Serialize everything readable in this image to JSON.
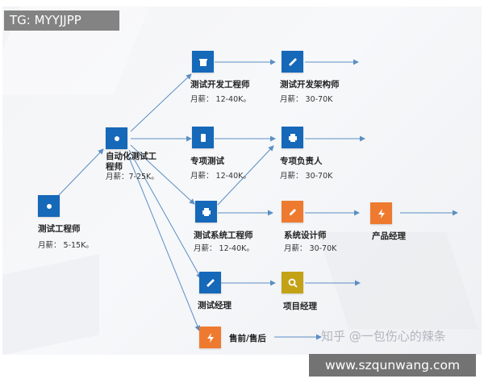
{
  "watermark_top": "TG: MYYJJPP",
  "watermark_bottom": "www.szqunwang.com",
  "watermark_source": "知乎 @一包伤心的辣条",
  "colors": {
    "blue": "#1668b8",
    "orange": "#ee7a2f",
    "gold": "#c4a218",
    "edge": "#5b8fc4"
  },
  "nodes": {
    "tester": {
      "title": "测试工程师",
      "salary": "月薪：  5-15K。",
      "icon": "circle-dot-icon",
      "color": "blue"
    },
    "automation": {
      "title": "自动化测试工程师",
      "salary": "月薪：7-25K。",
      "icon": "circle-dot-icon",
      "color": "blue"
    },
    "test_dev": {
      "title": "测试开发工程师",
      "salary": "月薪：  12-40K。",
      "icon": "gift-icon",
      "color": "blue"
    },
    "test_dev_architect": {
      "title": "测试开发架构师",
      "salary": "月薪：  30-70K",
      "icon": "wrench-icon",
      "color": "blue"
    },
    "specialized": {
      "title": "专项测试",
      "salary": "月薪：  12-40K。",
      "icon": "phone-icon",
      "color": "blue"
    },
    "specialized_lead": {
      "title": "专项负责人",
      "salary": "月薪：  30-70K",
      "icon": "printer-icon",
      "color": "blue"
    },
    "system_test": {
      "title": "测试系统工程师",
      "salary": "月薪：  12-40K。",
      "icon": "printer-icon",
      "color": "blue"
    },
    "system_designer": {
      "title": "系统设计师",
      "salary": "月薪：  30-70K",
      "icon": "pencil-icon",
      "color": "orange"
    },
    "product_manager": {
      "title": "产品经理",
      "icon": "lightning-icon",
      "color": "orange"
    },
    "test_manager": {
      "title": "测试经理",
      "icon": "wrench-icon",
      "color": "blue"
    },
    "project_manager": {
      "title": "项目经理",
      "icon": "magnifier-icon",
      "color": "gold"
    },
    "presales": {
      "title": "售前/售后",
      "icon": "lightning-icon",
      "color": "orange"
    }
  }
}
